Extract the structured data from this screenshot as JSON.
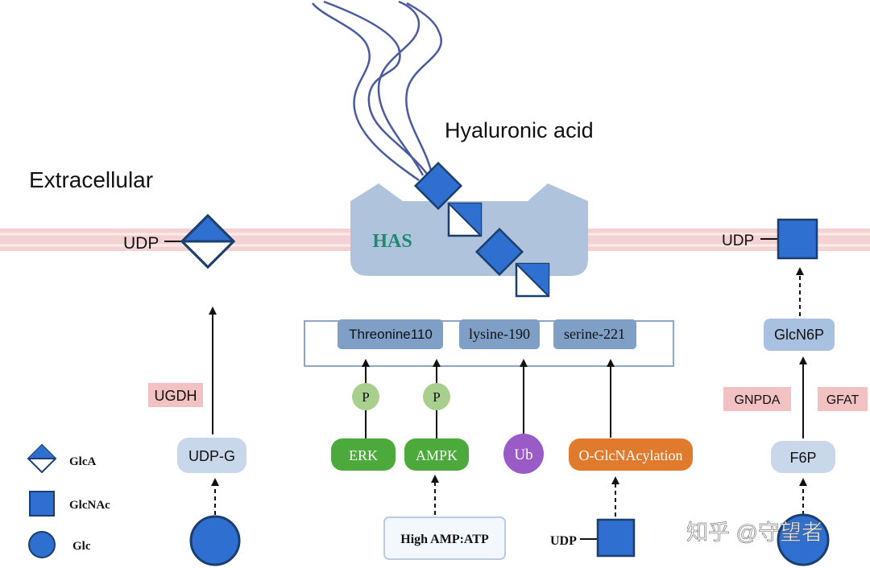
{
  "labels": {
    "extracellular": "Extracellular",
    "hyaluronic_acid": "Hyaluronic acid",
    "has": "HAS",
    "udp_left": "UDP",
    "udp_right": "UDP",
    "udp_bottom": "UDP"
  },
  "residues": {
    "threonine": "Threonine110",
    "lysine": "lysine-190",
    "serine": "serine-221"
  },
  "phospho": {
    "p1": "P",
    "p2": "P"
  },
  "regulators": {
    "erk": "ERK",
    "ampk": "AMPK",
    "ub": "Ub",
    "oglcnac": "O-GlcNAcylation",
    "high_amp": "High AMP:ATP"
  },
  "pathway_left": {
    "ugdh": "UGDH",
    "udp_g": "UDP-G"
  },
  "pathway_right": {
    "glcn6p": "GlcN6P",
    "gnpda": "GNPDA",
    "gfat": "GFAT",
    "f6p": "F6P"
  },
  "legend": {
    "glca": "GlcA",
    "glcnac": "GlcNAc",
    "glc": "Glc"
  },
  "watermark": "知乎 @守望者",
  "colors": {
    "membrane": "#f3caca",
    "has_body": "#afc3dc",
    "has_label": "#1f8a6e",
    "residue_box": "#7f9fc7",
    "sugar_blue": "#2f6fd0",
    "sugar_stroke": "#1a3f6e",
    "chain": "#4a5a9c",
    "erk_green": "#4caa3c",
    "phospho_green": "#a9cf8e",
    "ub_purple": "#9b5bc6",
    "oglcnac_orange": "#e07b2e",
    "pink_box": "#f2c1c1",
    "pale_box": "#c9d7ea"
  }
}
